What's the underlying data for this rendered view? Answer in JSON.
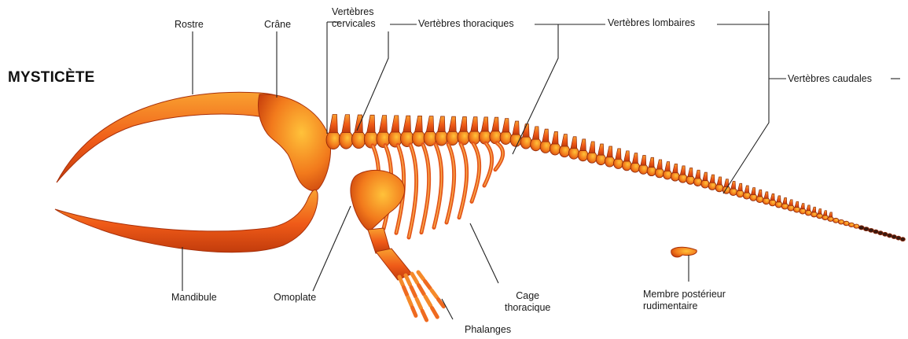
{
  "title": "MYSTICÈTE",
  "colors": {
    "bone": "#ef5a18",
    "bone_light": "#f9a130",
    "bone_dark": "#b8340a",
    "leader": "#222222",
    "background": "#ffffff"
  },
  "labels": {
    "rostre": "Rostre",
    "crane": "Crâne",
    "vert_cervicales": "Vertèbres\ncervicales",
    "vert_thoraciques": "Vertèbres thoraciques",
    "vert_lombaires": "Vertèbres lombaires",
    "vert_caudales": "Vertèbres caudales",
    "mandibule": "Mandibule",
    "omoplate": "Omoplate",
    "phalanges": "Phalanges",
    "cage_thoracique": "Cage\nthoracique",
    "membre_posterieur": "Membre postérieur\nrudimentaire"
  }
}
